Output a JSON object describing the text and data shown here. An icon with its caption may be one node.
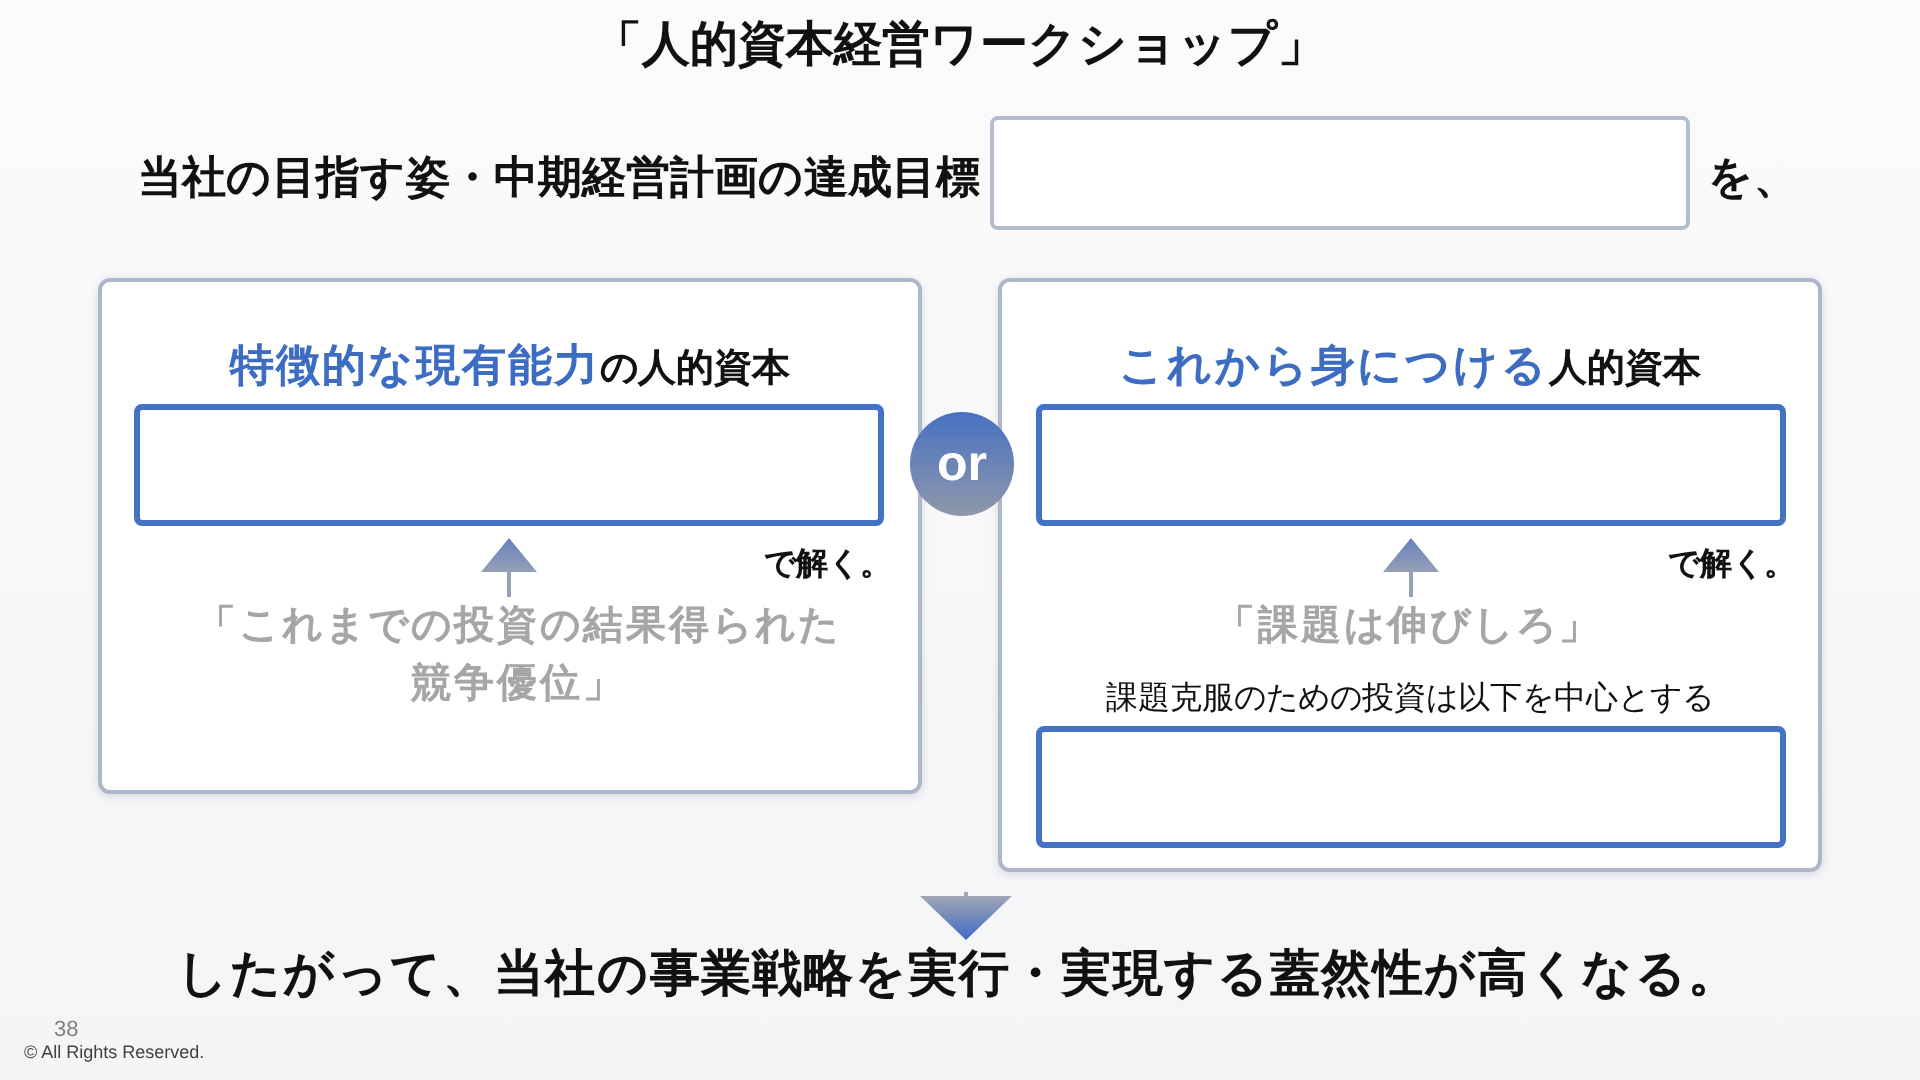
{
  "diagram": {
    "title": "「人的資本経営ワークショップ」",
    "nodes": [
      {
        "text": [],
        "shape": "box",
        "beside": [
          "当社の目指す姿・中期経営計画の達成目標",
          "を、"
        ]
      },
      {
        "text": [
          "**特徴的な現有能力**の人的資本"
        ]
      },
      {
        "text": [],
        "shape": "box",
        "in": 1,
        "beside": [
          "で解く。"
        ]
      },
      {
        "text": [
          "「これまでの投資の結果得られた競争優位」"
        ],
        "in": 1
      },
      {
        "text": [
          "or"
        ]
      },
      {
        "text": [
          "**これから身につける**人的資本"
        ]
      },
      {
        "text": [],
        "shape": "box",
        "in": 5,
        "beside": [
          "で解く。"
        ]
      },
      {
        "text": [
          "「課題は伸びしろ」"
        ],
        "in": 5
      },
      {
        "text": [],
        "shape": "box",
        "in": 5,
        "beside": [
          "課題克服のための投資は以下を中心とする"
        ]
      },
      {
        "text": [
          "したがって、当社の事業戦略を実行・実現する蓋然性が高くなる。"
        ]
      }
    ],
    "edges": [
      {
        "from": 3,
        "to": 2,
        "arrow": "to"
      },
      {
        "from": 7,
        "to": 6,
        "arrow": "to"
      },
      {
        "from": null,
        "to": 9,
        "arrow": "to"
      }
    ],
    "labels": [
      "38",
      "© All Rights Reserved."
    ]
  }
}
